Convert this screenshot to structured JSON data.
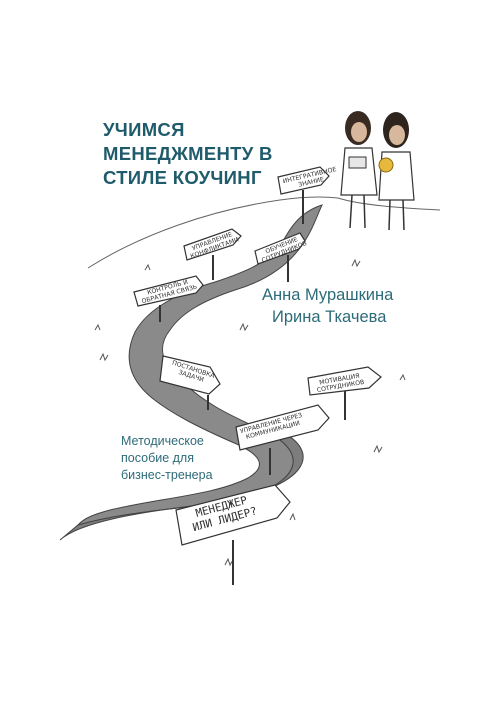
{
  "title": {
    "line1": "УЧИМСЯ",
    "line2": "МЕНЕДЖМЕНТУ В",
    "line3": "СТИЛЕ КОУЧИНГ"
  },
  "authors": {
    "author1": "Анна Мурашкина",
    "author2": "Ирина Ткачева"
  },
  "subtitle": {
    "line1": "Методическое",
    "line2": "пособие для",
    "line3": "бизнес-тренера"
  },
  "signs": {
    "integrative": [
      "ИНТЕГРАТИВНОЕ",
      "ЗНАНИЕ"
    ],
    "conflicts": [
      "УПРАВЛЕНИЕ",
      "КОНФЛИКТАМИ"
    ],
    "training": [
      "ОБУЧЕНИЕ",
      "СОТРУДНИКОВ"
    ],
    "control": [
      "КОНТРОЛЬ И",
      "ОБРАТНАЯ СВЯЗЬ"
    ],
    "tasks": [
      "ПОСТАНОВКА",
      "ЗАДАЧИ"
    ],
    "motivation": [
      "МОТИВАЦИЯ",
      "СОТРУДНИКОВ"
    ],
    "communications": [
      "УПРАВЛЕНИЕ ЧЕРЕЗ",
      "КОММУНИКАЦИИ"
    ],
    "manager": [
      "МЕНЕДЖЕР",
      "ИЛИ ЛИДЕР?"
    ]
  },
  "colors": {
    "title": "#1f5b6a",
    "text": "#2d6b78",
    "road": "#8a8a8a"
  }
}
